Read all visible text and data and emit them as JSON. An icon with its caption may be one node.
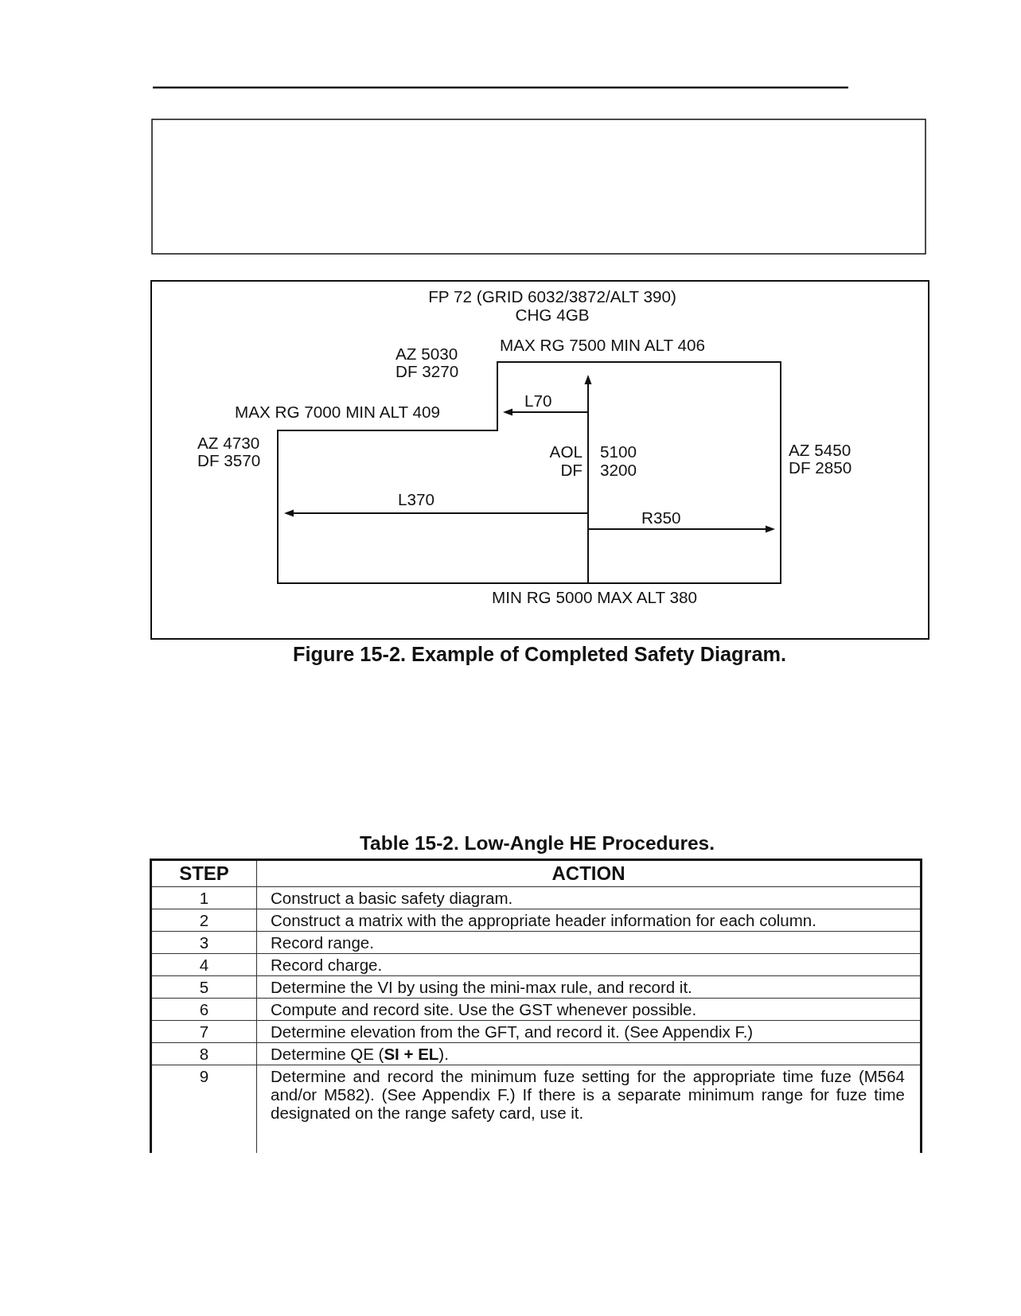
{
  "diagram": {
    "caption": "Figure 15-2. Example of Completed Safety Diagram.",
    "labels": [
      "FP 72 (GRID 6032/3872/ALT 390)",
      "CHG 4GB",
      "MAX RG 7500 MIN ALT 406",
      "AZ 5030",
      "DF 3270",
      "L70",
      "MAX RG 7000 MIN ALT 409",
      "AZ 4730",
      "DF 3570",
      "AOL",
      "5100",
      "DF",
      "3200",
      "AZ 5450",
      "DF 2850",
      "L370",
      "R350",
      "MIN RG 5000 MAX ALT 380",
      "Table 15-2. Low-Angle HE Procedures.",
      "STEP",
      "ACTION",
      "1",
      "Construct a basic safety diagram.",
      "2",
      "Construct a matrix with the appropriate header information for each column.",
      "3",
      "Record range.",
      "4",
      "Record charge.",
      "5",
      "Determine the VI by using the mini-max rule, and record it.",
      "6",
      "Compute and record site. Use the GST whenever possible.",
      "7",
      "Determine elevation from the GFT, and record it. (See Appendix F.)",
      "8",
      "Determine QE (**SI + EL**).",
      "9",
      "Determine and record the minimum fuze setting for the appropriate time fuze (M564 and/or M582). (See Appendix F.) If there is a separate minimum range for fuze time designated on the range safety card, use it."
    ]
  }
}
